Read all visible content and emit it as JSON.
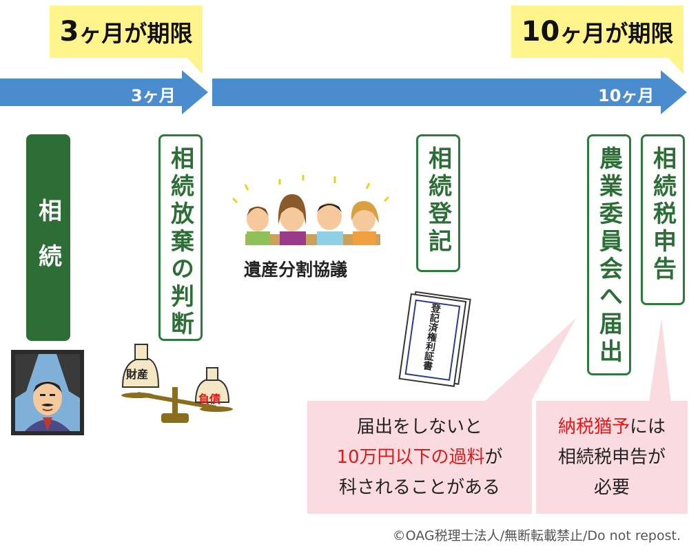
{
  "deadlines": {
    "first": {
      "prefix": "3",
      "suffix": "ヶ月が期限"
    },
    "second": {
      "prefix": "10",
      "suffix": "ヶ月が期限"
    }
  },
  "timeline": {
    "first_label": "3ヶ月",
    "second_label": "10ヶ月",
    "color": "#4a8ccd"
  },
  "steps": {
    "souzoku": "相続",
    "houki": "相続放棄の判断",
    "touki": "相続登記",
    "nougyou": "農業委員会へ届出",
    "shinkoku": "相続税申告"
  },
  "captions": {
    "bunkatsu": "遺産分割協議"
  },
  "scale": {
    "asset": "財産",
    "debt": "負債"
  },
  "certificate": {
    "title": "登記済権利証書"
  },
  "notes": {
    "left": {
      "line1": "届出をしないと",
      "line2_red": "10万円以下の過料",
      "line2_tail": "が",
      "line3": "科されることがある"
    },
    "right": {
      "line1_red": "納税猶予",
      "line1_tail": "には",
      "line2": "相続税申告が",
      "line3": "必要"
    }
  },
  "footer": "©OAG税理士法人/無断転載禁止/Do not repost.",
  "colors": {
    "green": "#2d6e36",
    "tag_yellow": "#fff48c",
    "note_pink": "#fadbe0",
    "accent_red": "#e01818"
  }
}
